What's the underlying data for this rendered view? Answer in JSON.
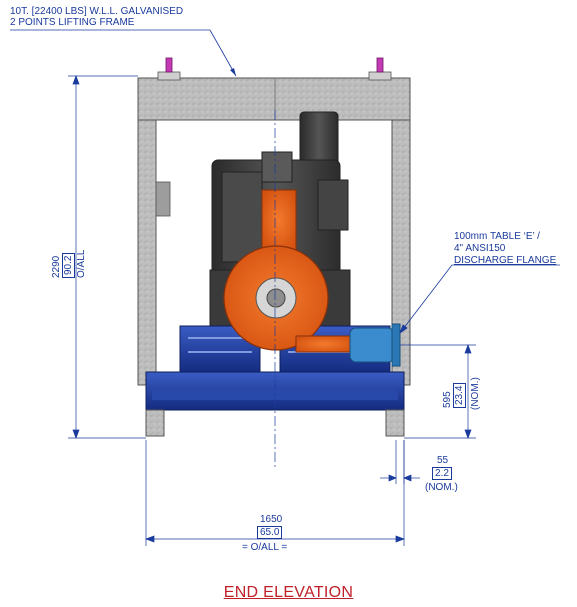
{
  "drawing_title": "END ELEVATION",
  "callouts": {
    "lifting_frame_line1": "10T. [22400 LBS] W.L.L. GALVANISED",
    "lifting_frame_line2": "2 POINTS LIFTING FRAME",
    "discharge_line1": "100mm TABLE ‘E’ /",
    "discharge_line2": "4\" ANSI150",
    "discharge_line3": "DISCHARGE FLANGE"
  },
  "dimensions": {
    "overall_height_mm": "2290",
    "overall_height_in": "90.2",
    "overall_height_note": "O/ALL",
    "flange_height_mm": "595",
    "flange_height_in": "23.4",
    "flange_height_note": "(NOM.)",
    "flange_offset_mm": "55",
    "flange_offset_in": "2.2",
    "flange_offset_note": "(NOM.)",
    "overall_width_mm": "1650",
    "overall_width_in": "65.0",
    "overall_width_note": "=    O/ALL    ="
  },
  "colors": {
    "dimension_blue": "#1a3a9c",
    "galvanised": "#b9b9b9",
    "skid_blue": "#1f3a9a",
    "pump_orange": "#e9601e",
    "engine_dark": "#3a3a3a",
    "title_red": "#c0202a"
  }
}
